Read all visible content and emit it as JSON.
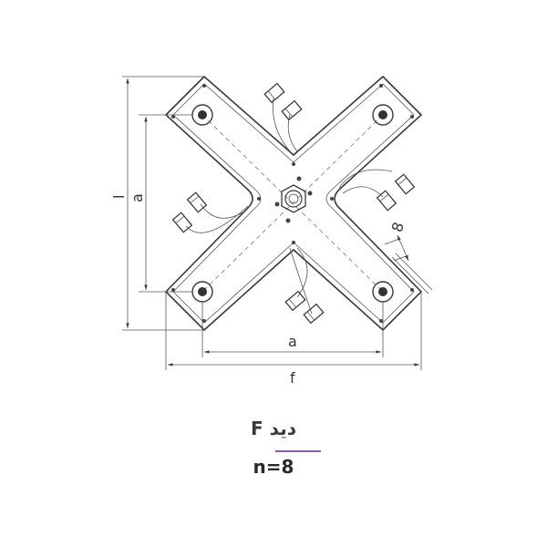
{
  "dimensions": {
    "height_label": "l",
    "inner_height_label": "a",
    "inner_width_label": "a",
    "outer_width_label": "f",
    "thickness_label": "8"
  },
  "caption": {
    "view_label": "دید F",
    "count_label": "n=8"
  },
  "colors": {
    "line": "#3a3a3a",
    "accent": "#8e5aa6"
  }
}
